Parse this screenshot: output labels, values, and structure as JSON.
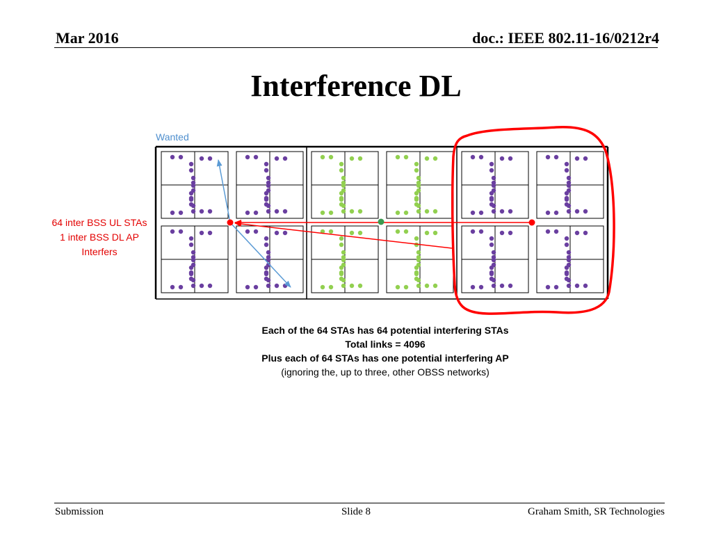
{
  "header": {
    "date": "Mar 2016",
    "doc": "doc.: IEEE 802.11-16/0212r4"
  },
  "title": "Interference DL",
  "diagram": {
    "wanted_label": "Wanted",
    "side_label": [
      "64 inter BSS UL STAs",
      "1 inter BSS DL AP",
      "Interfers"
    ],
    "colors": {
      "purple_sta": "#6a3fa0",
      "green_sta": "#92d050",
      "red": "#ff0000",
      "blue_arrow": "#5b9bd5",
      "ap_green": "#3c9a50",
      "grid": "#000000"
    },
    "bss_columns": [
      "purple",
      "purple",
      "green",
      "green",
      "purple",
      "purple"
    ]
  },
  "caption": {
    "line1": "Each of the 64 STAs has 64 potential interfering STAs",
    "line2": "Total links = 4096",
    "line3": "Plus each of 64 STAs has one potential interfering AP",
    "line4": "(ignoring the, up to three, other OBSS networks)"
  },
  "footer": {
    "left": "Submission",
    "center": "Slide 8",
    "right": "Graham Smith, SR Technologies"
  }
}
